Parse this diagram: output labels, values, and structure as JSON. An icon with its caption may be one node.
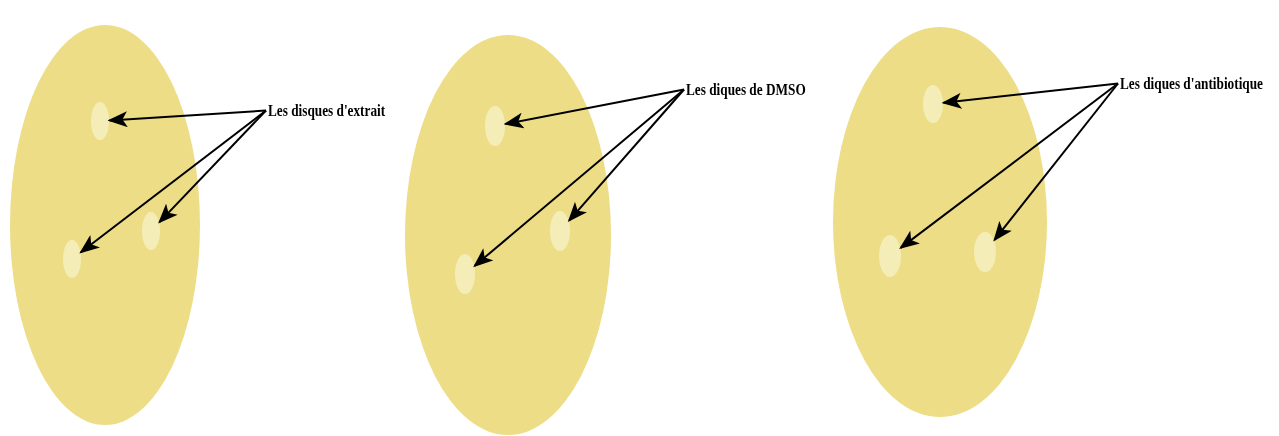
{
  "diagram": {
    "nodes": [
      {
        "text": [],
        "shape": "ellipse"
      },
      {
        "text": [],
        "shape": "ellipse",
        "in": 0
      },
      {
        "text": [],
        "shape": "ellipse",
        "in": 0
      },
      {
        "text": [],
        "shape": "ellipse",
        "in": 0
      },
      {
        "text": [
          "Les disques d'extrait"
        ]
      },
      {
        "text": [],
        "shape": "ellipse"
      },
      {
        "text": [],
        "shape": "ellipse",
        "in": 5
      },
      {
        "text": [],
        "shape": "ellipse",
        "in": 5
      },
      {
        "text": [],
        "shape": "ellipse",
        "in": 5
      },
      {
        "text": [
          "Les diques de DMSO"
        ]
      },
      {
        "text": [],
        "shape": "ellipse"
      },
      {
        "text": [],
        "shape": "ellipse",
        "in": 10
      },
      {
        "text": [],
        "shape": "ellipse",
        "in": 10
      },
      {
        "text": [],
        "shape": "ellipse",
        "in": 10
      },
      {
        "text": [
          "Les diques d'antibiotique"
        ]
      }
    ],
    "edges": [
      {
        "from": 4,
        "to": 1,
        "arrow": "to"
      },
      {
        "from": 4,
        "to": 2,
        "arrow": "to"
      },
      {
        "from": 4,
        "to": 3,
        "arrow": "to"
      },
      {
        "from": 9,
        "to": 6,
        "arrow": "to"
      },
      {
        "from": 9,
        "to": 7,
        "arrow": "to"
      },
      {
        "from": 9,
        "to": 8,
        "arrow": "to"
      },
      {
        "from": 14,
        "to": 11,
        "arrow": "to"
      },
      {
        "from": 14,
        "to": 12,
        "arrow": "to"
      },
      {
        "from": 14,
        "to": 13,
        "arrow": "to"
      }
    ]
  }
}
